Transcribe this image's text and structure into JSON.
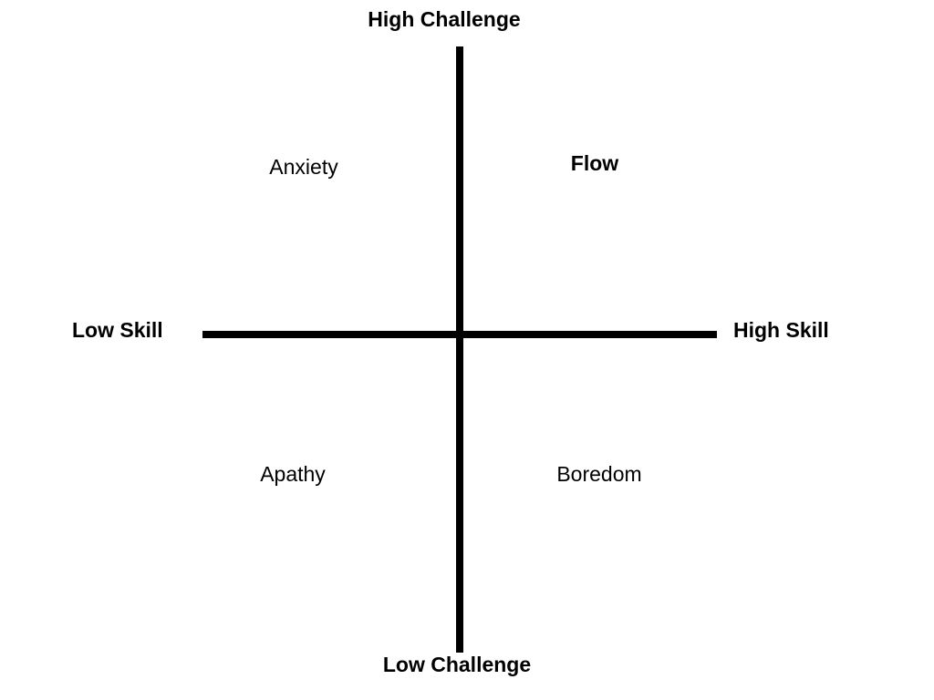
{
  "axes": {
    "top": "High Challenge",
    "bottom": "Low Challenge",
    "left": "Low Skill",
    "right": "High Skill"
  },
  "quadrants": {
    "top_left": "Anxiety",
    "top_right": "Flow",
    "bottom_left": "Apathy",
    "bottom_right": "Boredom"
  },
  "colors": {
    "lines": "#000000",
    "text": "#000000",
    "background": "#ffffff"
  }
}
